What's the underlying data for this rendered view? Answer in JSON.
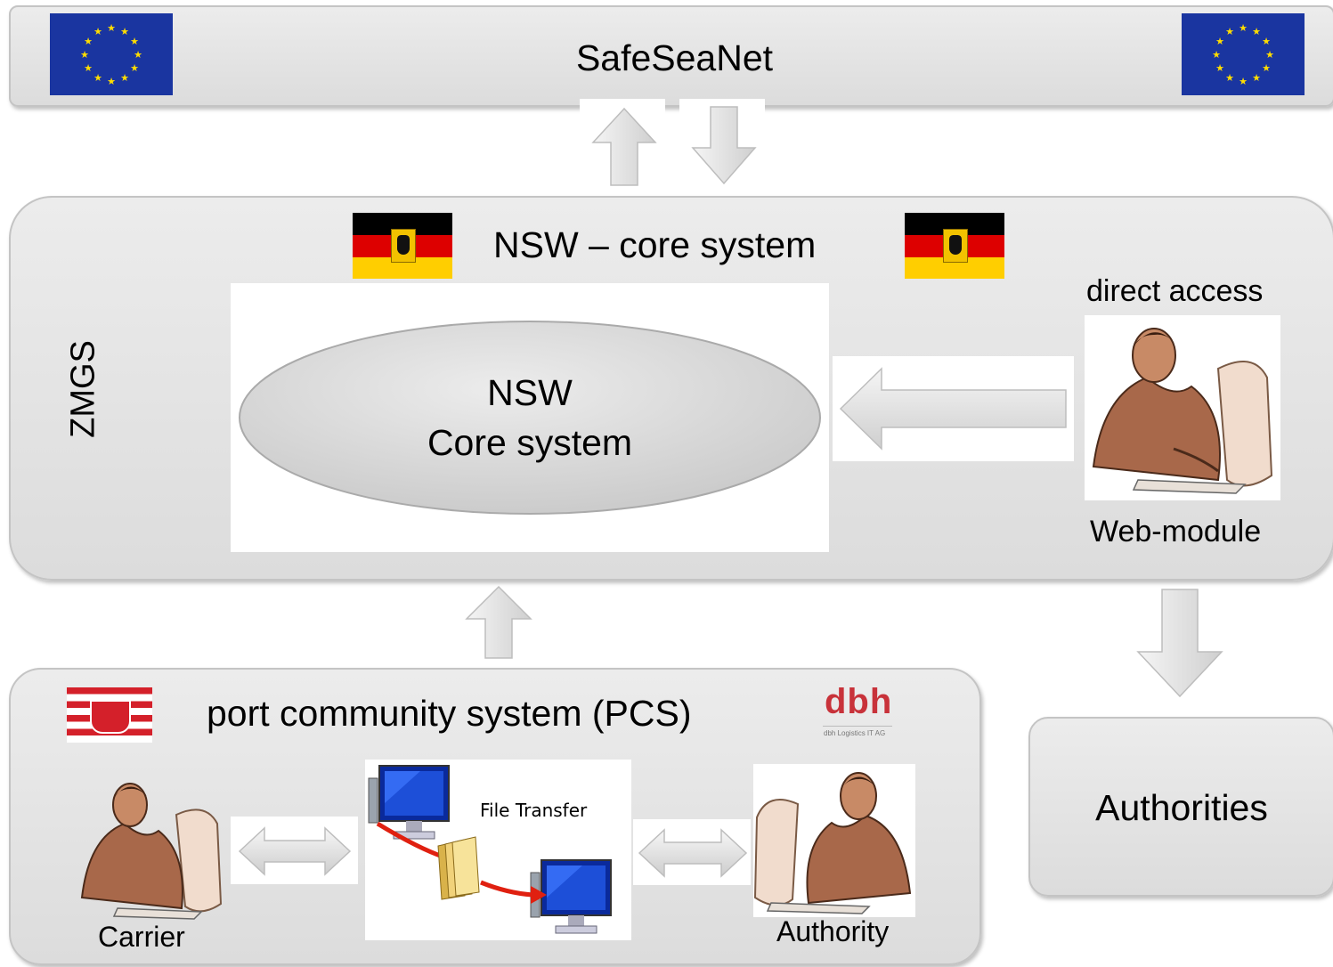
{
  "safeseanet": {
    "title": "SafeSeaNet"
  },
  "nsw": {
    "title": "NSW – core system",
    "side_label": "ZMGS",
    "ellipse_line1": "NSW",
    "ellipse_line2": "Core system",
    "direct_access_label": "direct access",
    "web_module_label": "Web-module"
  },
  "pcs": {
    "title": "port community system (PCS)",
    "dbh_logo_text": "dbh",
    "dbh_logo_subtext": "dbh Logistics IT AG",
    "file_transfer_label": "File Transfer",
    "carrier_label": "Carrier",
    "authority_label": "Authority"
  },
  "authorities": {
    "title": "Authorities"
  },
  "colors": {
    "panel_fill": "#e3e3e3",
    "eu_blue": "#1a35a0",
    "eu_star": "#ffdd00",
    "de_black": "#000000",
    "de_red": "#dd0000",
    "de_gold": "#ffce00",
    "transfer_arrow": "#e02010"
  }
}
